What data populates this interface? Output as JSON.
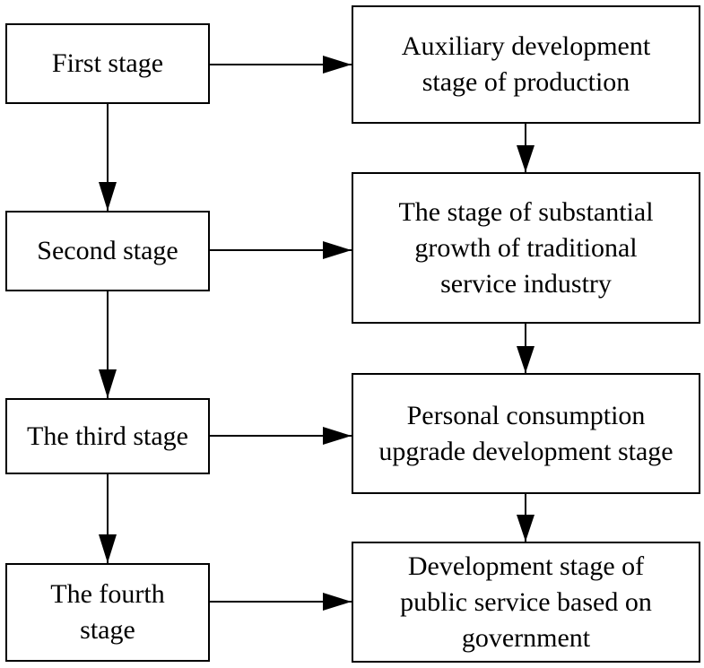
{
  "stages": [
    {
      "label": "First stage"
    },
    {
      "label": "Second stage"
    },
    {
      "label": "The third stage"
    },
    {
      "label": "The fourth stage"
    }
  ],
  "descriptions": [
    {
      "label": "Auxiliary development stage of production"
    },
    {
      "label": "The stage of substantial growth of traditional service industry"
    },
    {
      "label": "Personal consumption upgrade development stage"
    },
    {
      "label": "Development stage of public service based on government"
    }
  ]
}
